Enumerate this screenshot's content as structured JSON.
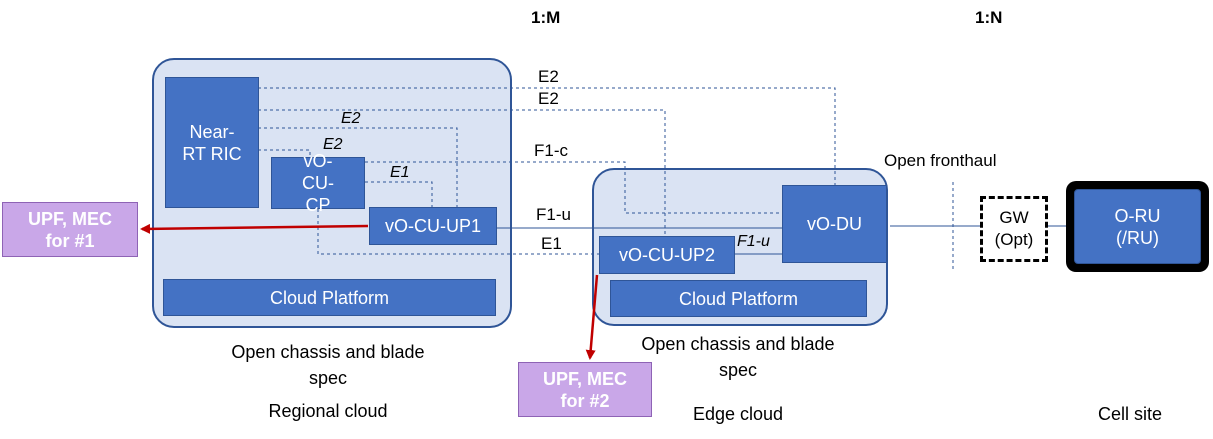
{
  "header": {
    "ratio_m": "1:M",
    "ratio_n": "1:N"
  },
  "regional": {
    "near_rt_ric": "Near-RT RIC",
    "vo_cu_cp": "vO-CU-CP",
    "vo_cu_up1": "vO-CU-UP1",
    "cloud_platform": "Cloud Platform",
    "caption_spec": "Open chassis and blade spec",
    "caption_site": "Regional cloud"
  },
  "edge": {
    "vo_cu_up2": "vO-CU-UP2",
    "vo_du": "vO-DU",
    "cloud_platform": "Cloud Platform",
    "caption_spec": "Open chassis and blade spec",
    "caption_site": "Edge cloud"
  },
  "cell": {
    "o_ru": "O-RU (/RU)",
    "gw": "GW (Opt)",
    "fronthaul": "Open fronthaul",
    "caption_site": "Cell site"
  },
  "upf": {
    "upf1": "UPF, MEC for #1",
    "upf2": "UPF, MEC for #2"
  },
  "interfaces": {
    "e2_top1": "E2",
    "e2_top2": "E2",
    "e2_mid": "E2",
    "e2_low": "E2",
    "e1_inner": "E1",
    "f1c": "F1-c",
    "f1u": "F1-u",
    "e1": "E1",
    "f1u_edge": "F1-u"
  },
  "colors": {
    "cloud_fill": "#dae3f3",
    "box_fill": "#4472c4",
    "upf_fill": "#c9a7e8",
    "arrow": "#c00000"
  }
}
